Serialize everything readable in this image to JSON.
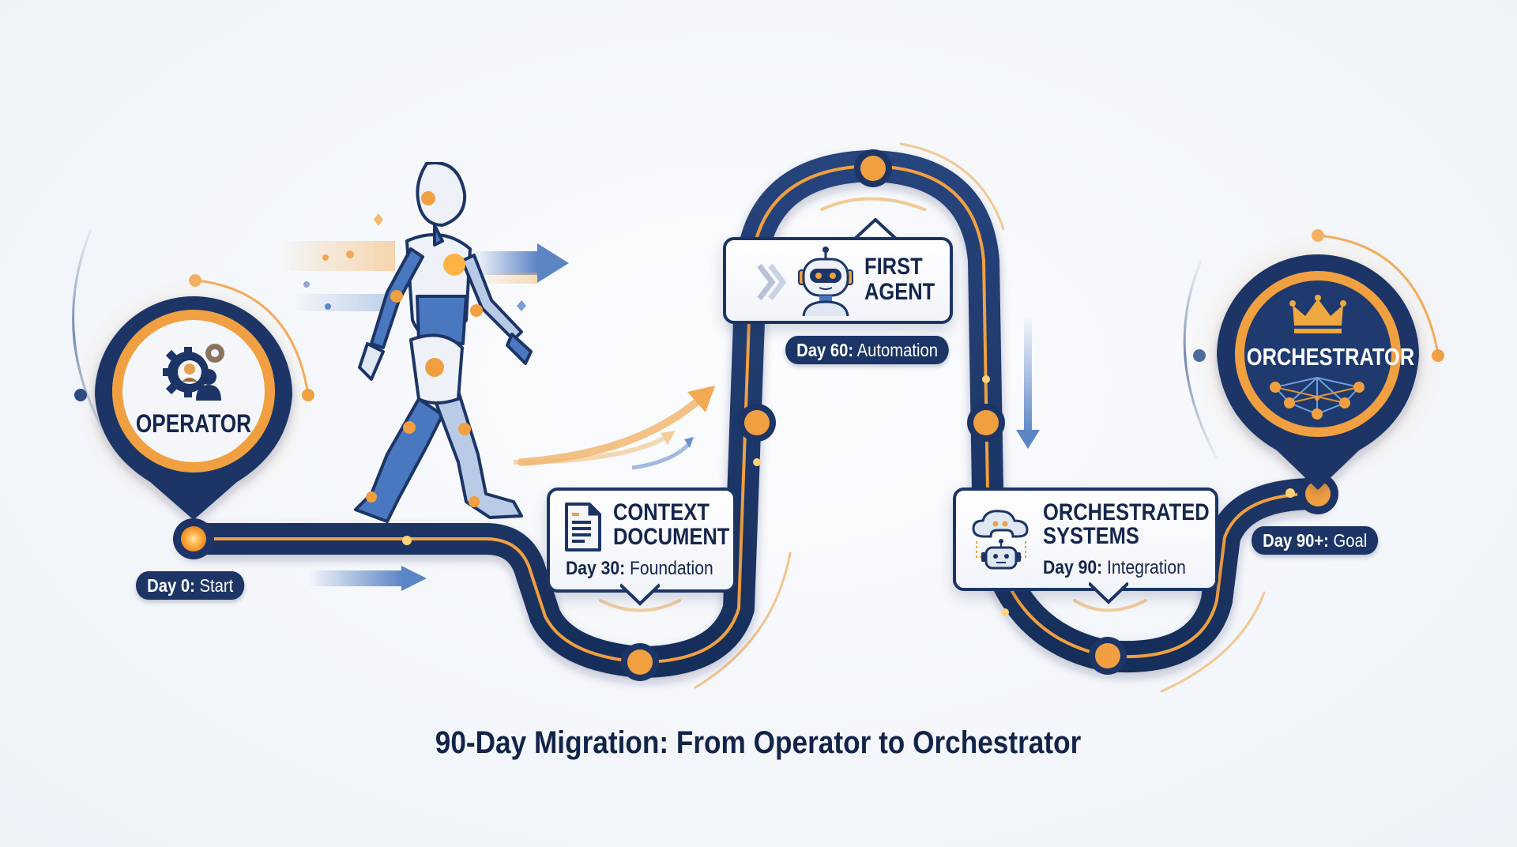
{
  "title": "90-Day Migration: From Operator to Orchestrator",
  "colors": {
    "navy": "#1c3566",
    "orange": "#f0a040",
    "blue_accent": "#4a78c0",
    "background": "#f3f6fa"
  },
  "start_pin": {
    "label": "OPERATOR",
    "icon": "gear-user-icon"
  },
  "end_pin": {
    "label": "ORCHESTRATOR",
    "icons": [
      "crown-icon",
      "network-icon"
    ]
  },
  "figure": {
    "icon": "walking-robot-icon"
  },
  "milestones": [
    {
      "day": "Day 0:",
      "caption": "Start"
    },
    {
      "title_line1": "CONTEXT",
      "title_line2": "DOCUMENT",
      "day": "Day 30:",
      "caption": "Foundation",
      "icon": "document-icon"
    },
    {
      "title_line1": "FIRST",
      "title_line2": "AGENT",
      "day": "Day 60:",
      "caption": "Automation",
      "icon": "robot-head-icon"
    },
    {
      "title_line1": "ORCHESTRATED",
      "title_line2": "SYSTEMS",
      "day": "Day 90:",
      "caption": "Integration",
      "icon": "cloud-robot-icon"
    },
    {
      "day": "Day 90+:",
      "caption": "Goal"
    }
  ]
}
